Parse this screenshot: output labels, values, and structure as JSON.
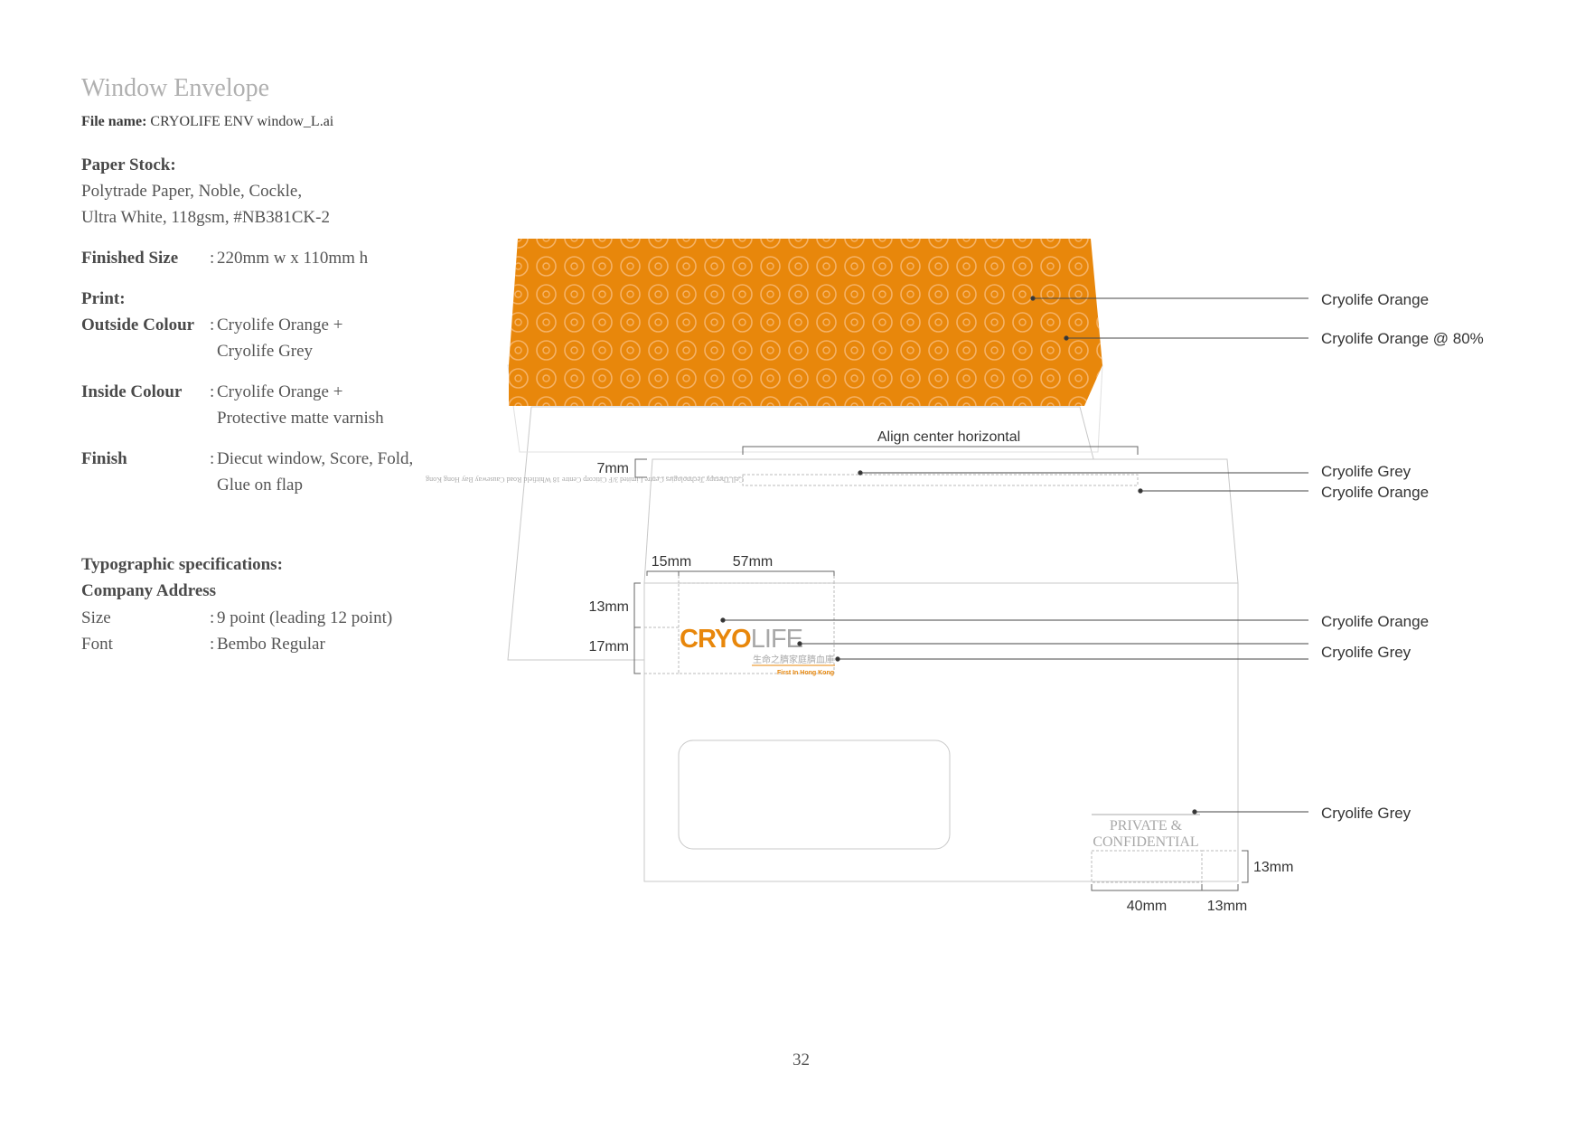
{
  "page": {
    "title": "Window Envelope",
    "file_name_label": "File name:",
    "file_name": "CRYOLIFE ENV window_L.ai",
    "page_number": "32"
  },
  "specs": {
    "paper_stock_label": "Paper Stock:",
    "paper_stock_line1": "Polytrade Paper, Noble, Cockle,",
    "paper_stock_line2": "Ultra White, 118gsm, #NB381CK-2",
    "finished_size_label": "Finished Size",
    "finished_size": "220mm w x 110mm h",
    "print_label": "Print:",
    "outside_colour_label": "Outside Colour",
    "outside_colour_line1": "Cryolife Orange +",
    "outside_colour_line2": "Cryolife Grey",
    "inside_colour_label": "Inside Colour",
    "inside_colour_line1": "Cryolife Orange +",
    "inside_colour_line2": "Protective matte varnish",
    "finish_label": "Finish",
    "finish_line1": "Diecut window, Score, Fold,",
    "finish_line2": "Glue on flap",
    "typo_label": "Typographic specifications:",
    "company_address_label": "Company Address",
    "size_label": "Size",
    "size_value": "9 point (leading 12 point)",
    "font_label": "Font",
    "font_value": "Bembo Regular",
    "colon": ":"
  },
  "diagram": {
    "align_label": "Align center horizontal",
    "dim_7mm": "7mm",
    "dim_15mm": "15mm",
    "dim_57mm": "57mm",
    "dim_13mm_left": "13mm",
    "dim_17mm": "17mm",
    "dim_13mm_right": "13mm",
    "dim_40mm": "40mm",
    "dim_13mm_bottom": "13mm",
    "return_address": "Cell Therapy Technologies Centre Limited  3/F Citicorp Centre 18 Whitfield Road Causeway Bay Hong Kong",
    "logo_cryo": "CRYO",
    "logo_life": "LIFE",
    "logo_chinese": "生命之臍家庭臍血庫",
    "logo_tagline": "First In Hong Kong",
    "private_line1": "PRIVATE &",
    "private_line2": "CONFIDENTIAL"
  },
  "callouts": {
    "flap_orange": "Cryolife Orange",
    "flap_orange_80": "Cryolife Orange @ 80%",
    "address_grey": "Cryolife Grey",
    "address_orange": "Cryolife Orange",
    "logo_orange": "Cryolife Orange",
    "logo_grey": "Cryolife Grey",
    "private_grey": "Cryolife Grey"
  },
  "colors": {
    "cryolife_orange": "#E8870B",
    "cryolife_orange_80": "#F0A44A",
    "cryolife_grey": "#A8A8A8"
  }
}
